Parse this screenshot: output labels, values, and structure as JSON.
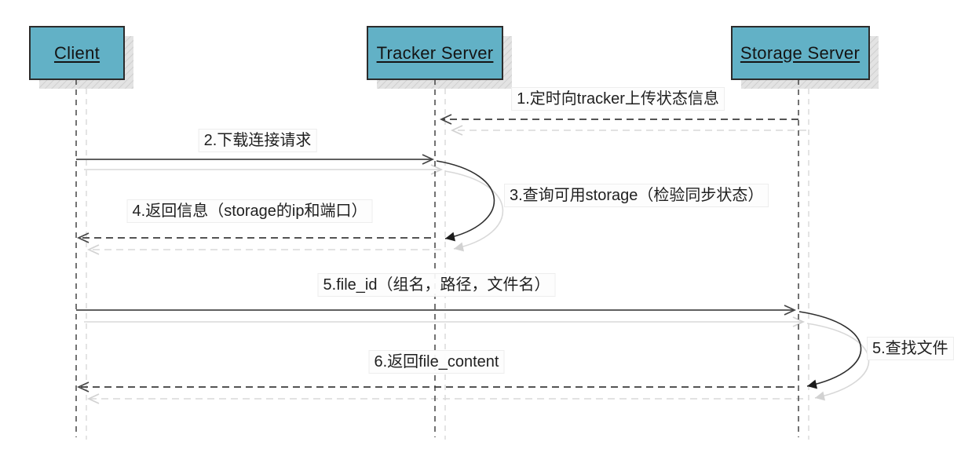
{
  "actors": [
    {
      "label": "Client"
    },
    {
      "label": "Tracker Server"
    },
    {
      "label": "Storage Server"
    }
  ],
  "messages": [
    {
      "label": "1.定时向tracker上传状态信息",
      "from": "Storage Server",
      "to": "Tracker Server",
      "line": "dashed",
      "arrowhead": "open"
    },
    {
      "label": "2.下载连接请求",
      "from": "Client",
      "to": "Tracker Server",
      "line": "solid",
      "arrowhead": "open"
    },
    {
      "label": "3.查询可用storage（检验同步状态）",
      "from": "Tracker Server",
      "to": "Tracker Server",
      "line": "self-loop",
      "arrowhead": "filled"
    },
    {
      "label": "4.返回信息（storage的ip和端口）",
      "from": "Tracker Server",
      "to": "Client",
      "line": "dashed",
      "arrowhead": "open"
    },
    {
      "label": "5.file_id（组名，路径，文件名）",
      "from": "Client",
      "to": "Storage Server",
      "line": "solid",
      "arrowhead": "open"
    },
    {
      "label": "5.查找文件",
      "from": "Storage Server",
      "to": "Storage Server",
      "line": "self-loop",
      "arrowhead": "filled"
    },
    {
      "label": "6.返回file_content",
      "from": "Storage Server",
      "to": "Client",
      "line": "dashed",
      "arrowhead": "open"
    }
  ],
  "colors": {
    "actor_fill": "#62b1c6",
    "actor_border": "#2b2b2b",
    "line": "#444444",
    "shadow": "#d8d8d8",
    "background": "#ffffff"
  }
}
